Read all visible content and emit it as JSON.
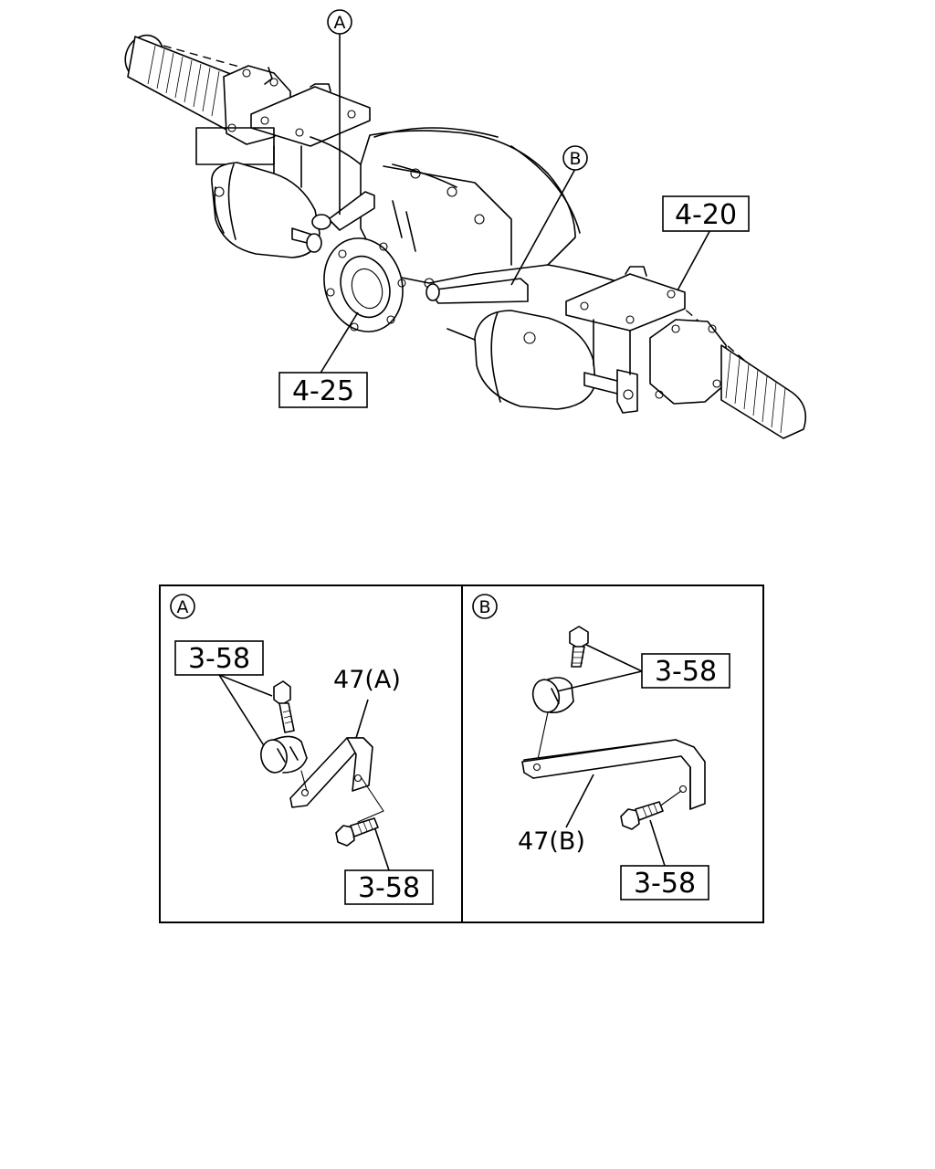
{
  "overview": {
    "callout_a": "A",
    "callout_b": "B",
    "ref_left_housing": "4-25",
    "ref_right_bracket": "4-20"
  },
  "detail_a": {
    "letter": "A",
    "ref_top": "3-58",
    "ref_bottom": "3-58",
    "part": "47(A)"
  },
  "detail_b": {
    "letter": "B",
    "ref_top": "3-58",
    "ref_bottom": "3-58",
    "part": "47(B)"
  }
}
